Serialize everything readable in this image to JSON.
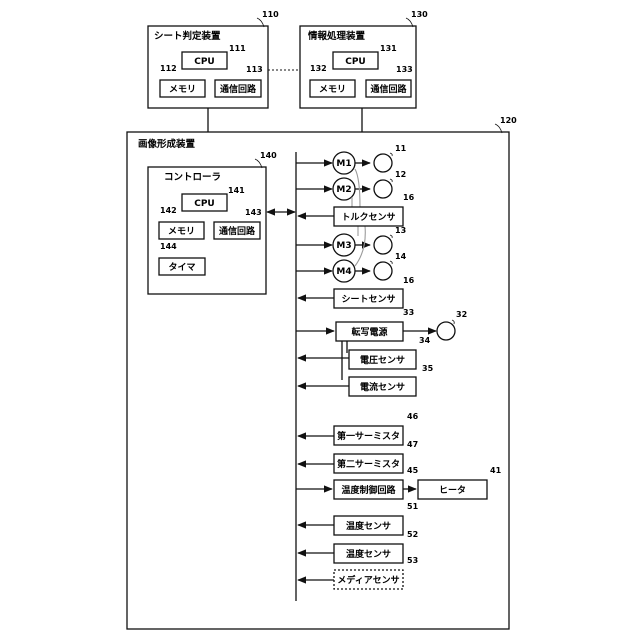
{
  "sheet_device": {
    "title": "シート判定装置",
    "ref": "110",
    "cpu": {
      "label": "CPU",
      "ref": "111"
    },
    "memory": {
      "label": "メモリ",
      "ref": "112"
    },
    "comm": {
      "label": "通信回路",
      "ref": "113"
    }
  },
  "info_device": {
    "title": "情報処理装置",
    "ref": "130",
    "cpu": {
      "label": "CPU",
      "ref": "131"
    },
    "memory": {
      "label": "メモリ",
      "ref": "132"
    },
    "comm": {
      "label": "通信回路",
      "ref": "133"
    }
  },
  "image_device": {
    "title": "画像形成装置",
    "ref": "120"
  },
  "controller": {
    "title": "コントローラ",
    "ref": "140",
    "cpu": {
      "label": "CPU",
      "ref": "141"
    },
    "memory": {
      "label": "メモリ",
      "ref": "142"
    },
    "comm": {
      "label": "通信回路",
      "ref": "143"
    },
    "timer": {
      "label": "タイマ",
      "ref": "144"
    }
  },
  "motors": [
    {
      "label": "M1",
      "load_ref": "11"
    },
    {
      "label": "M2",
      "load_ref": "12"
    },
    {
      "label": "M3",
      "load_ref": "13"
    },
    {
      "label": "M4",
      "load_ref": "14"
    }
  ],
  "torque_sensor": {
    "label": "トルクセンサ",
    "ref": "16"
  },
  "sheet_sensor": {
    "label": "シートセンサ",
    "ref": "16"
  },
  "transfer_power": {
    "label": "転写電源",
    "ref": "33",
    "load_ref": "32"
  },
  "voltage_sensor": {
    "label": "電圧センサ",
    "ref": "34"
  },
  "current_sensor": {
    "label": "電流センサ",
    "ref": "35"
  },
  "thermistor1": {
    "label": "第一サーミスタ",
    "ref": "46"
  },
  "thermistor2": {
    "label": "第二サーミスタ",
    "ref": "47"
  },
  "temp_control": {
    "label": "温度制御回路",
    "ref": "45"
  },
  "heater": {
    "label": "ヒータ",
    "ref": "41"
  },
  "temp_sensor1": {
    "label": "温度センサ",
    "ref": "51"
  },
  "temp_sensor2": {
    "label": "温度センサ",
    "ref": "52"
  },
  "media_sensor": {
    "label": "メディアセンサ",
    "ref": "53"
  }
}
